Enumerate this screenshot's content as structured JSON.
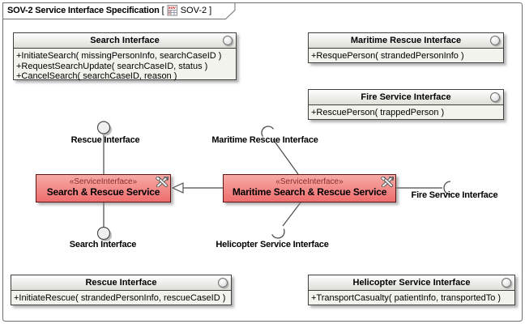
{
  "frame": {
    "title": "SOV-2 Service Interface Specification",
    "bracket_open": "[",
    "ref_name": "SOV-2",
    "bracket_close": "]",
    "ref_icon": "sov-diagram-icon"
  },
  "interfaces": {
    "search": {
      "title": "Search Interface",
      "ops": [
        "+InitiateSearch( missingPersonInfo, searchCaseID )",
        "+RequestSearchUpdate( searchCaseID, status )",
        "+CancelSearch( searchCaseID, reason )"
      ]
    },
    "maritime_rescue": {
      "title": "Maritime Rescue Interface",
      "ops": [
        "+ResquePerson( strandedPersonInfo )"
      ]
    },
    "fire_service": {
      "title": "Fire Service Interface",
      "ops": [
        "+RescuePerson( trappedPerson )"
      ]
    },
    "rescue": {
      "title": "Rescue Interface",
      "ops": [
        "+InitiateRescue( strandedPersonInfo, rescueCaseID )"
      ]
    },
    "helicopter_service": {
      "title": "Helicopter Service Interface",
      "ops": [
        "+TransportCasualty( patientInfo, transportedTo )"
      ]
    }
  },
  "services": {
    "stereotype": "«ServiceInterface»",
    "search_rescue": {
      "name": "Search & Rescue Service"
    },
    "maritime_search_rescue": {
      "name": "Maritime Search & Rescue Service"
    }
  },
  "connector_labels": {
    "rescue": "Rescue Interface",
    "search": "Search Interface",
    "maritime_rescue": "Maritime Rescue Interface",
    "helicopter_service": "Helicopter Service Interface",
    "fire_service": "Fire Service Interface"
  },
  "colors": {
    "service_top": "#f7aba6",
    "service_bottom": "#ee6d6d",
    "service_border": "#5f1414",
    "stereotype_color": "#8b2e2e",
    "box_header_bottom": "#dcdfd6",
    "box_body": "#f1f3ec",
    "box_border": "#3f3f3f",
    "line_color": "#4a4a4a",
    "frame_border": "#6f6f6f"
  }
}
